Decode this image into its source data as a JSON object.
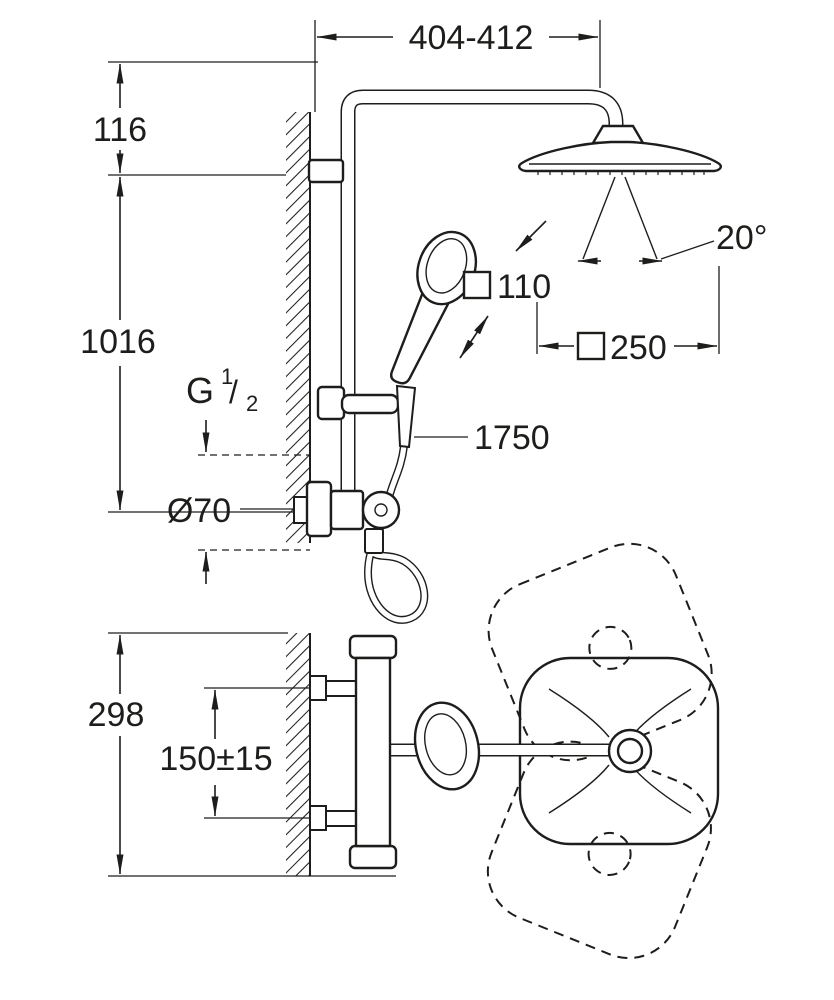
{
  "page": {
    "background": "#ffffff",
    "ink": "#1d1d1b"
  },
  "dims": {
    "reach": "404-412",
    "offset_top": "116",
    "rail_height": "1016",
    "spray_angle": "20°",
    "hand_shower_face": "110",
    "head_face": "250",
    "hose_length": "1750",
    "escutcheon": "Ø70",
    "body_width": "298",
    "inlet_spacing": "150±15"
  },
  "thread": {
    "letter": "G",
    "numerator": "1",
    "slash": "/",
    "denominator": "2"
  }
}
